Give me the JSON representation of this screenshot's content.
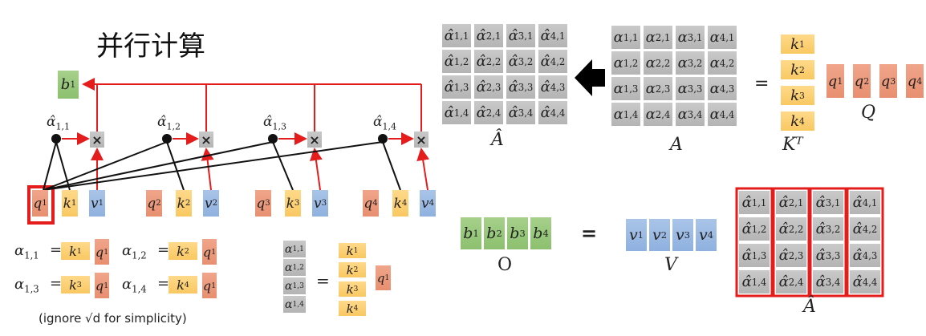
{
  "title": "并行计算",
  "tokens": [
    {
      "q": "q",
      "k": "k",
      "v": "v",
      "idx": "1"
    },
    {
      "q": "q",
      "k": "k",
      "v": "v",
      "idx": "2"
    },
    {
      "q": "q",
      "k": "k",
      "v": "v",
      "idx": "3"
    },
    {
      "q": "q",
      "k": "k",
      "v": "v",
      "idx": "4"
    }
  ],
  "output_b1": {
    "sym": "b",
    "idx": "1"
  },
  "attention_weights_hat": [
    "1,1",
    "1,2",
    "1,3",
    "1,4"
  ],
  "multiply_symbol": "×",
  "equations": [
    {
      "lhs": "1,1",
      "k": "1",
      "q": "1"
    },
    {
      "lhs": "1,2",
      "k": "2",
      "q": "1"
    },
    {
      "lhs": "1,3",
      "k": "3",
      "q": "1"
    },
    {
      "lhs": "1,4",
      "k": "4",
      "q": "1"
    }
  ],
  "equals": "=",
  "note": "(ignore √d for simplicity)",
  "alpha_col": [
    "1,1",
    "1,2",
    "1,3",
    "1,4"
  ],
  "k_col": [
    "1",
    "2",
    "3",
    "4"
  ],
  "q_single": "1",
  "matrix_indices": [
    [
      "1,1",
      "2,1",
      "3,1",
      "4,1"
    ],
    [
      "1,2",
      "2,2",
      "3,2",
      "4,2"
    ],
    [
      "1,3",
      "2,3",
      "3,3",
      "4,3"
    ],
    [
      "1,4",
      "2,4",
      "3,4",
      "4,4"
    ]
  ],
  "labels": {
    "A_hat": "Â",
    "A": "A",
    "K_T": "Kᵀ",
    "Q": "Q",
    "O": "O",
    "V": "V"
  },
  "colors": {
    "query": "#ec9a7c",
    "key": "#fbcf72",
    "value": "#9dbbe4",
    "output": "#99c87c",
    "matrix_cell": "#bdbdbd",
    "highlight": "#ff0000"
  }
}
